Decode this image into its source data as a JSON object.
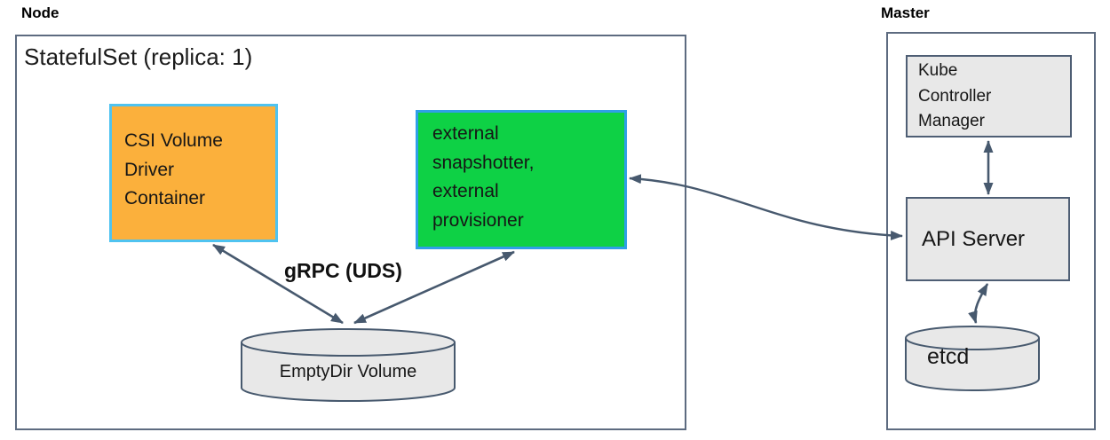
{
  "node": {
    "title": "Node",
    "statefulset_title": "StatefulSet (replica: 1)",
    "csi_driver_label": "CSI Volume\nDriver\nContainer",
    "external_label": "external\nsnapshotter,\nexternal\nprovisioner",
    "grpc_label": "gRPC (UDS)",
    "emptydir_label": "EmptyDir Volume"
  },
  "master": {
    "title": "Master",
    "kube_controller_label": "Kube\nController\nManager",
    "api_server_label": "API Server",
    "etcd_label": "etcd"
  },
  "colors": {
    "arrow": "#47596e",
    "outer_border": "#5d6b80",
    "gray_box_border": "#4e5e74",
    "gray_fill": "#e8e8e8",
    "csi_fill": "#fbb03c",
    "csi_border": "#4fc3f0",
    "external_fill": "#0ed145",
    "external_border": "#2f9fe8"
  }
}
